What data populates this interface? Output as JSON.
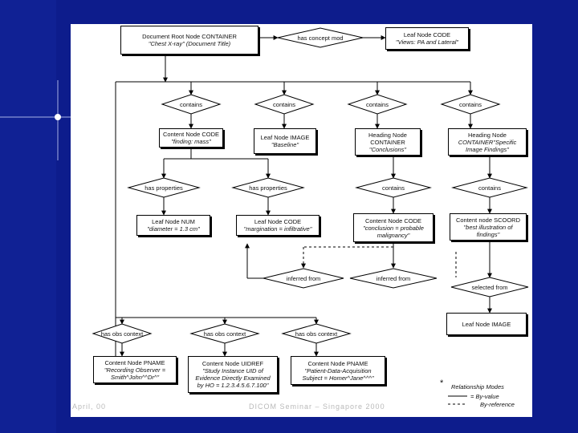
{
  "colors": {
    "background": "#0d1c8c",
    "panel": "#ffffff",
    "line": "#000000"
  },
  "nodes": {
    "root_title": "Document Root Node CONTAINER",
    "root_value": "\"Chest X-ray\" (Document Title)",
    "concept_mod": "has concept mod",
    "leaf_code_title": "Leaf Node CODE",
    "leaf_code_value": "\"Views:    PA and Lateral\"",
    "contains_1": "contains",
    "contains_2": "contains",
    "contains_3": "contains",
    "contains_4": "contains",
    "content_code_title": "Content Node CODE",
    "content_code_value": "\"finding:     mass\"",
    "leaf_image_title": "Leaf Node IMAGE",
    "leaf_image_value": "\"Baseline\"",
    "heading_conc_title": "Heading Node",
    "heading_conc_sub": "CONTAINER",
    "heading_conc_value": "\"Conclusions\"",
    "heading_spec_title": "Heading Node",
    "heading_spec_sub": "CONTAINER\"Specific",
    "heading_spec_value": "Image Findings\"",
    "has_properties_1": "has properties",
    "has_properties_2": "has properties",
    "contains_5": "contains",
    "contains_6": "contains",
    "leaf_num_title": "Leaf Node NUM",
    "leaf_num_value": "\"diameter = 1.3 cm\"",
    "leaf_code2_title": "Leaf Node CODE",
    "leaf_code2_value": "\"margination = infiltrative\"",
    "content_code2_title": "Content Node CODE",
    "content_code2_value": "\"conclusion = probable",
    "content_code2_value2": "malignancy\"",
    "content_scoord_title": "Content node SCOORD",
    "content_scoord_value": "\"best illustration of",
    "content_scoord_value2": "findings\"",
    "inferred_1": "inferred from",
    "inferred_2": "inferred from",
    "selected_from": "selected from",
    "leaf_image2_title": "Leaf Node IMAGE",
    "obs_1": "has obs context",
    "obs_2": "has obs context",
    "obs_3": "has obs context",
    "pname_title": "Content Node PNAME",
    "pname_value": "\"Recording Observer =",
    "pname_value2": "Smith^John^^Dr^\"",
    "uidref_title": "Content Node UIDREF",
    "uidref_value": "\"Study Instance UID of",
    "uidref_value2": "Evidence Directly Examined",
    "uidref_value3": "by HO = 1.2.3.4.5.6.7.100\"",
    "pname2_title": "Content Node PNAME",
    "pname2_value": "\"Patient-Data-Acquisition",
    "pname2_value2": "Subject = Homer^Jane^^^\""
  },
  "legend": {
    "star": "*",
    "line1": "Relationship Modes",
    "line2": "= By-value",
    "line3": "By-reference"
  },
  "footer": {
    "left": "April, 00",
    "right": "DICOM Seminar – Singapore 2000"
  }
}
